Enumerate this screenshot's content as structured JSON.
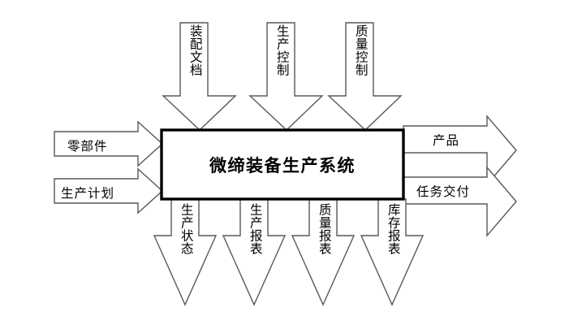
{
  "diagram": {
    "type": "idef0-process-diagram",
    "background_color": "#ffffff",
    "line_color": "#595959",
    "box_border_color": "#000000",
    "center_process": {
      "label": "微缔装备生产系统"
    },
    "inputs": [
      {
        "label": "零部件",
        "direction": "left-to-right"
      },
      {
        "label": "生产计划",
        "direction": "left-to-right"
      }
    ],
    "controls": [
      {
        "label": "装配文档",
        "direction": "top-down"
      },
      {
        "label": "生产控制",
        "direction": "top-down"
      },
      {
        "label": "质量控制",
        "direction": "top-down"
      }
    ],
    "outputs": [
      {
        "label": "产品",
        "direction": "left-to-right"
      },
      {
        "label": "任务交付",
        "direction": "left-to-right"
      }
    ],
    "mechanisms": [
      {
        "label": "生产状态",
        "direction": "top-down"
      },
      {
        "label": "生产报表",
        "direction": "top-down"
      },
      {
        "label": "质量报表",
        "direction": "top-down"
      },
      {
        "label": "库存报表",
        "direction": "top-down"
      }
    ]
  }
}
